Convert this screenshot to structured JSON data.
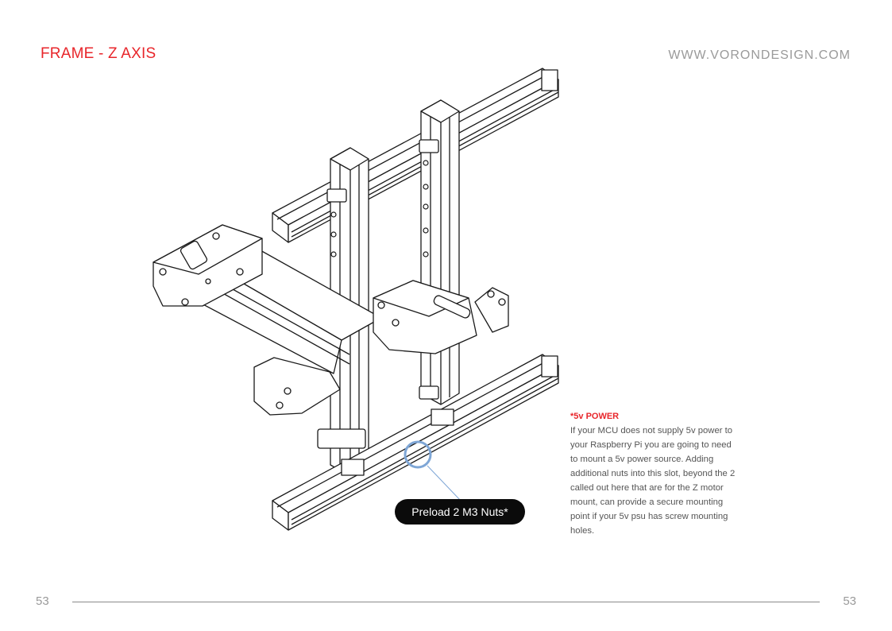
{
  "header": {
    "title": "FRAME - Z AXIS",
    "website": "WWW.VORONDESIGN.COM"
  },
  "note": {
    "heading": "*5v POWER",
    "body": "If your MCU does not supply 5v power to your Raspberry Pi you are going to need to mount a 5v power source. Adding additional nuts into this slot, beyond the 2 called out here that are for the Z motor mount, can provide a secure mounting point if your 5v psu has screw mounting holes."
  },
  "callout": {
    "label": "Preload 2 M3 Nuts*"
  },
  "footer": {
    "page_left": "53",
    "page_right": "53"
  },
  "colors": {
    "accent": "#e8262b",
    "callout_bg": "#0b0b0b",
    "highlight_circle": "#7ea6d6"
  }
}
